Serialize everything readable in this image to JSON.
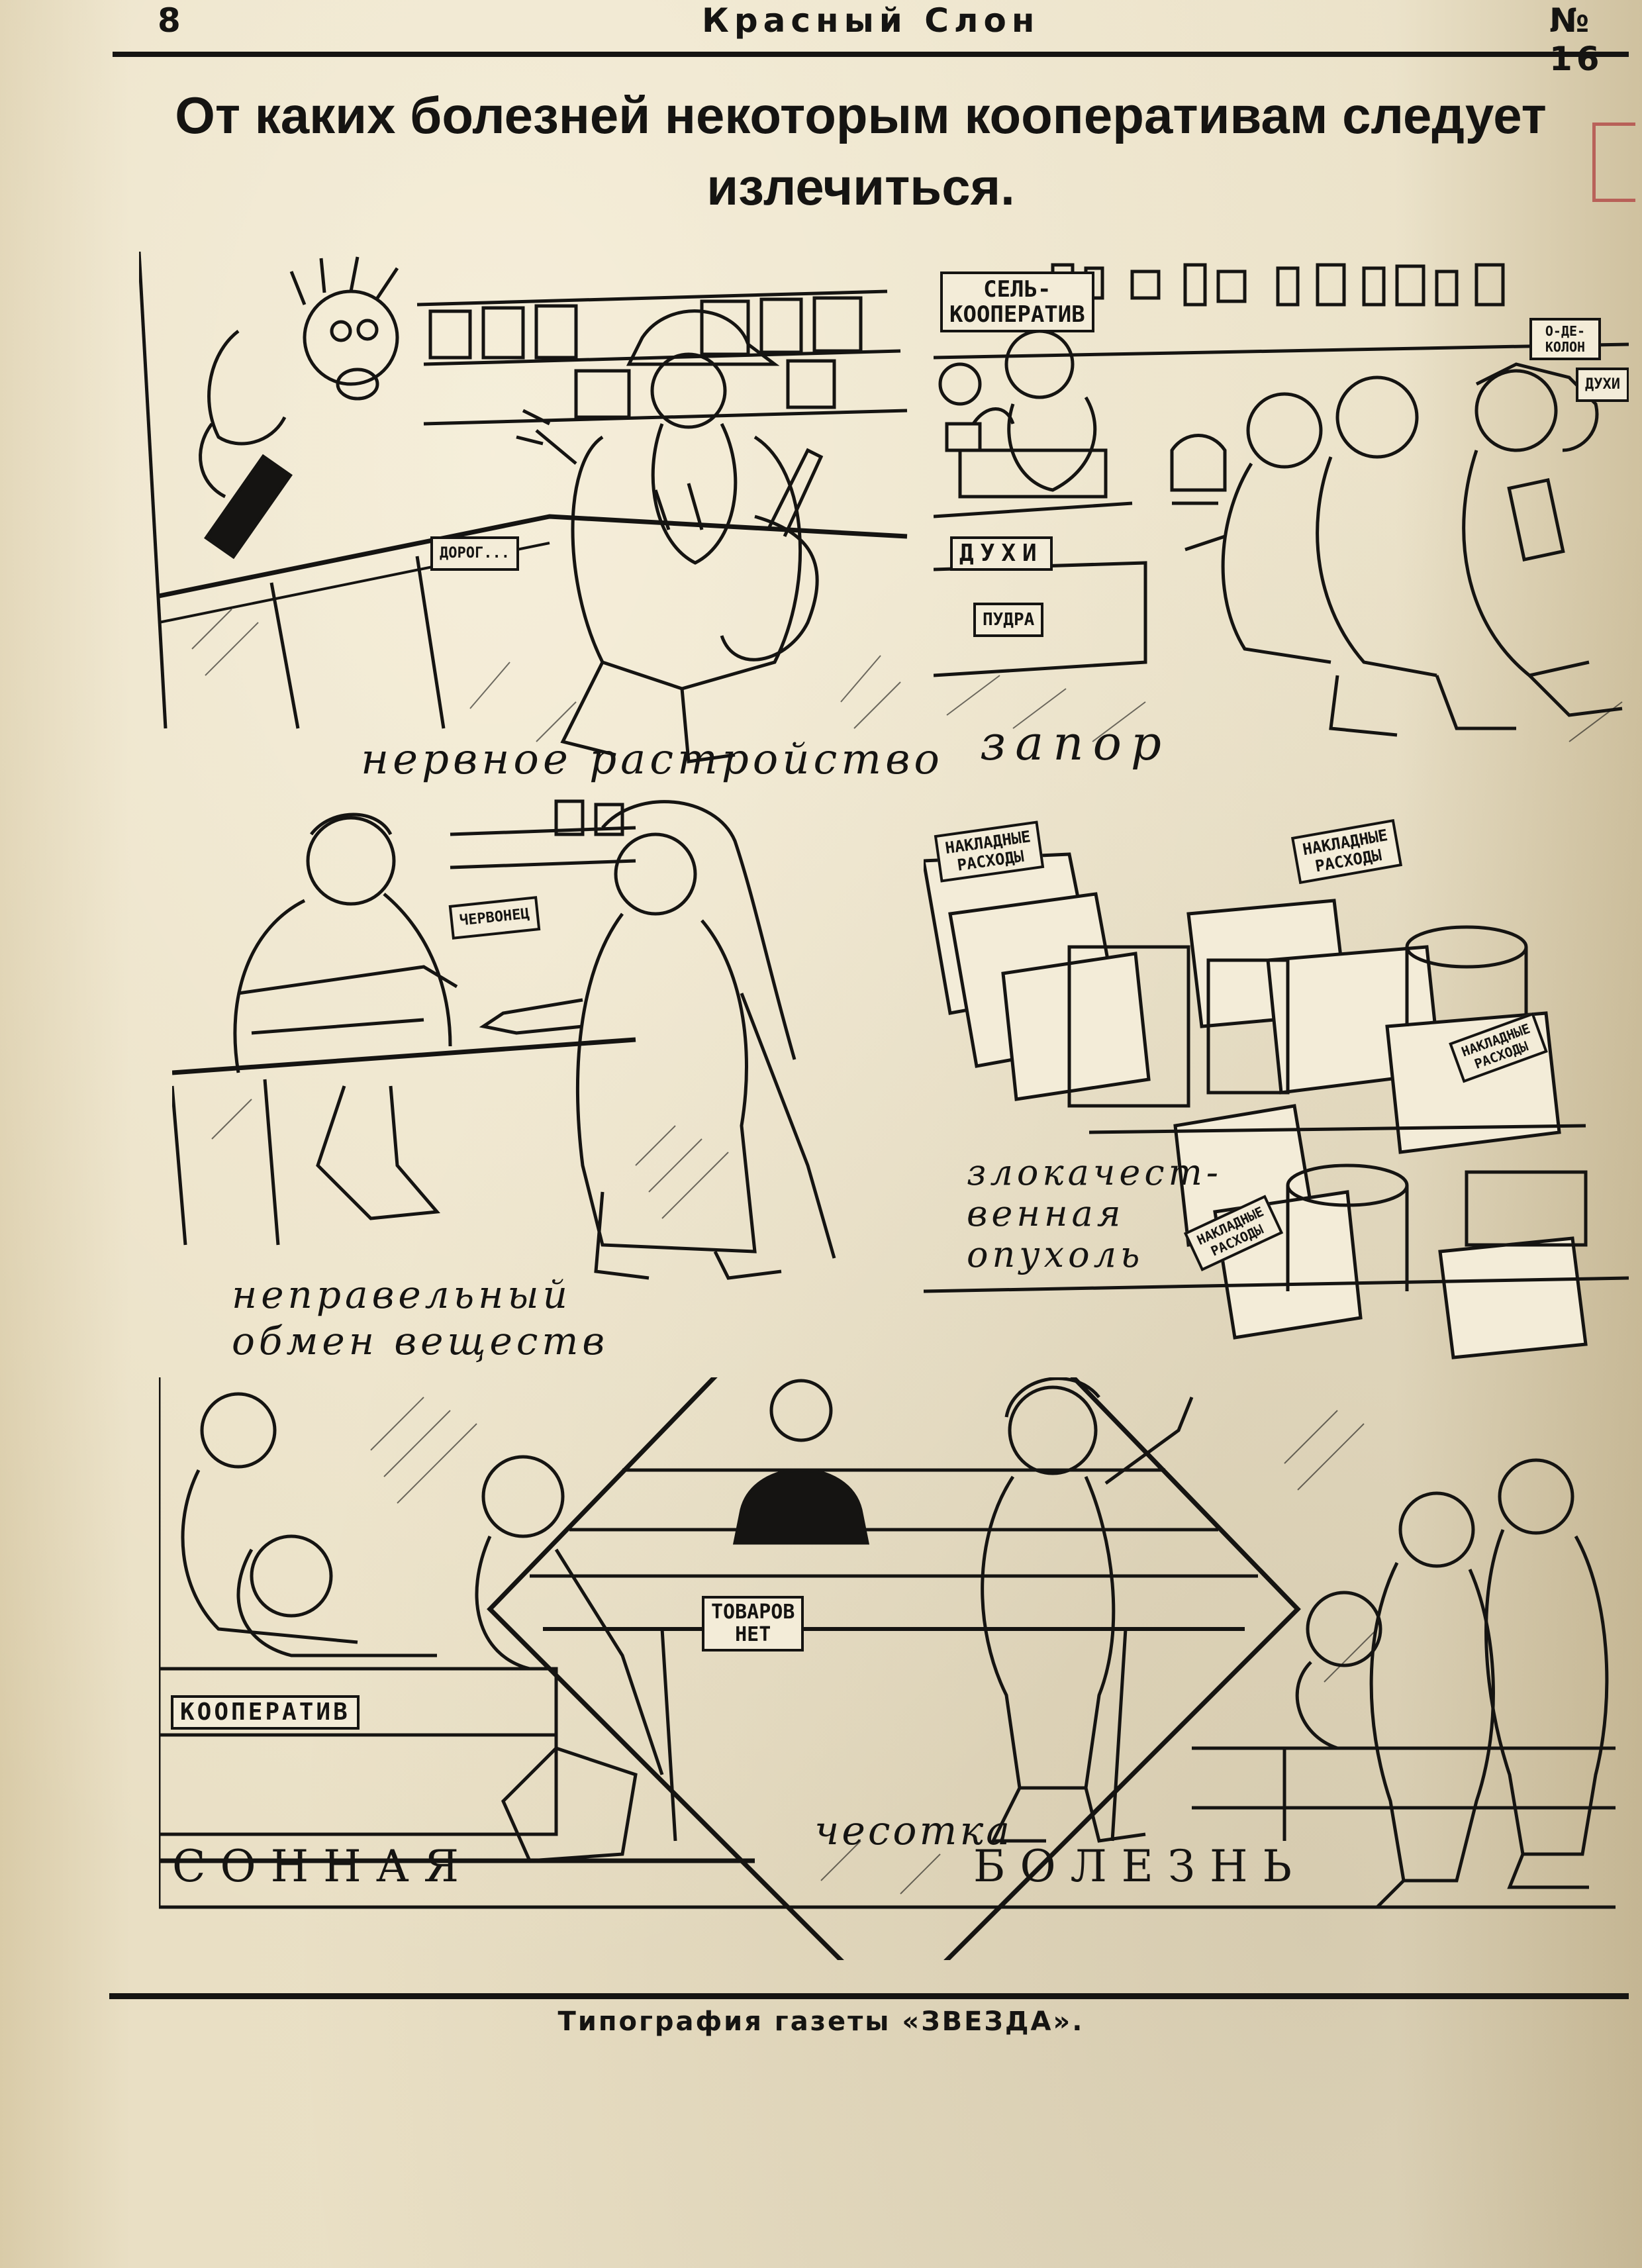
{
  "header": {
    "page_number": "8",
    "magazine_title": "Красный Слон",
    "issue": "№ 16"
  },
  "heading": {
    "line1": "От каких болезней некоторым кооперативам следует",
    "line2": "излечиться."
  },
  "panels": {
    "nervous": {
      "caption": "нервное растройство",
      "tag": "ДОРОГ..."
    },
    "constipation": {
      "caption": "запор",
      "sign_line1": "СЕЛЬ-",
      "sign_line2": "КООПЕРАТИВ",
      "label_perfume": "ДУХИ",
      "label_pudra": "ПУДРА",
      "label_odekolon": "О-ДЕ-КОЛОН",
      "label_dukhi2": "ДУХИ"
    },
    "metabolism": {
      "caption_line1": "неправельный",
      "caption_line2": "обмен веществ",
      "banknote": "ЧЕРВОНЕЦ"
    },
    "tumor": {
      "caption_line1": "злокачест-",
      "caption_line2": "венная",
      "caption_line3": "опухоль",
      "paper_label_line1": "НАКЛАДНЫЕ",
      "paper_label_line2": "РАСХОДЫ"
    },
    "scabies": {
      "caption": "чесотка",
      "sign_line1": "ТОВАРОВ",
      "sign_line2": "НЕТ"
    },
    "sleeping": {
      "caption_left": "СОННАЯ",
      "caption_right": "БОЛЕЗНЬ",
      "sign": "КООПЕРАТИВ"
    }
  },
  "footer": {
    "printer": "Типография газеты «ЗВЕЗДА»."
  },
  "colors": {
    "paper": "#e7dcc0",
    "ink": "#151412",
    "stamp": "#b04040"
  }
}
